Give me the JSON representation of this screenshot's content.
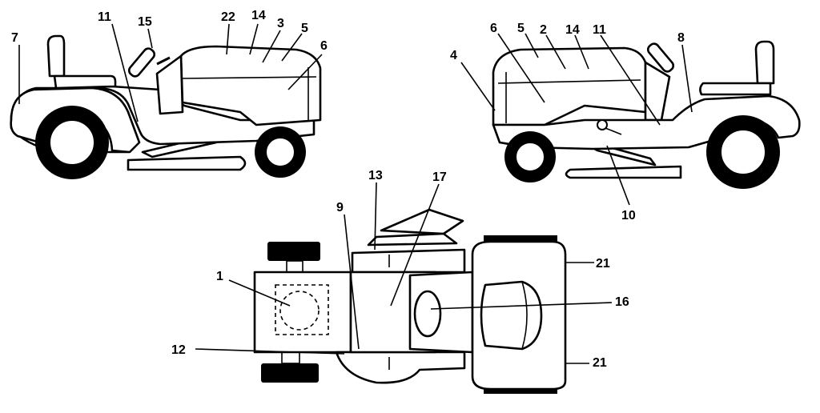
{
  "callouts": {
    "left_view": [
      "7",
      "11",
      "15",
      "22",
      "14",
      "3",
      "5",
      "6"
    ],
    "right_view": [
      "6",
      "5",
      "2",
      "14",
      "11",
      "8",
      "4",
      "10"
    ],
    "top_view": [
      "13",
      "17",
      "9",
      "1",
      "12",
      "21",
      "16",
      "21"
    ]
  }
}
